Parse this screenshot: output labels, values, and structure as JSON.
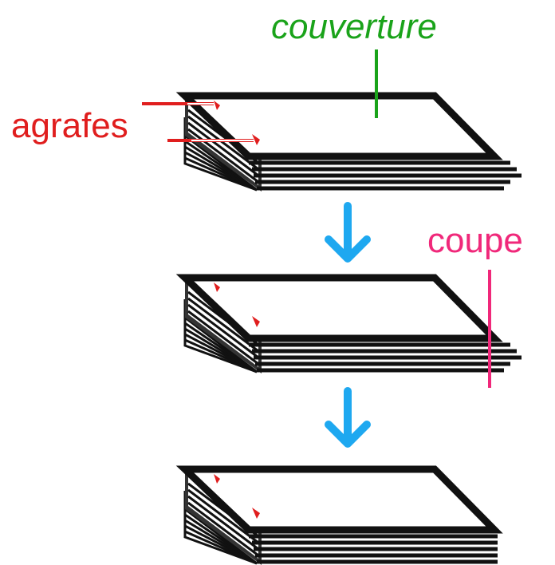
{
  "labels": {
    "cover": "couverture",
    "staples": "agrafes",
    "cut": "coupe"
  },
  "colors": {
    "cover_label": "#1aa31a",
    "staples_label": "#e01e1e",
    "cut_label": "#f0287a",
    "arrow": "#1ea8f0",
    "staple": "#e01e1e",
    "stroke": "#111111"
  },
  "steps": [
    {
      "name": "stapled-booklet"
    },
    {
      "name": "booklet-with-cut"
    },
    {
      "name": "trimmed-booklet"
    }
  ]
}
